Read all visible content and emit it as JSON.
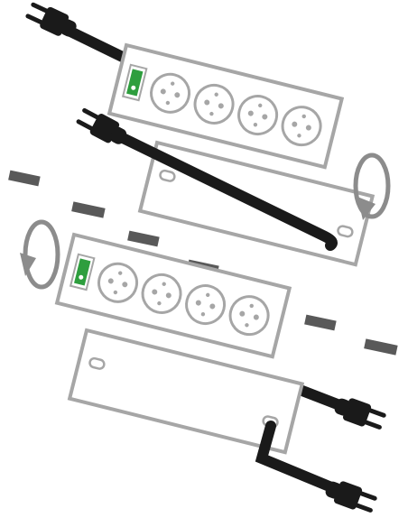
{
  "colors": {
    "outline": "#a6a6a6",
    "cable": "#1a1a1a",
    "switch": "#2e9e3e",
    "divider": "#595959",
    "rotate_arrow": "#8c8c8c",
    "background": "#ffffff"
  },
  "panels": [
    {
      "name": "top",
      "socket_count": 4,
      "has_switch": true
    },
    {
      "name": "bottom",
      "socket_count": 4,
      "has_switch": true
    }
  ],
  "icons": [
    "power-plug-icon",
    "rotate-arrow-icon",
    "power-switch-icon"
  ]
}
